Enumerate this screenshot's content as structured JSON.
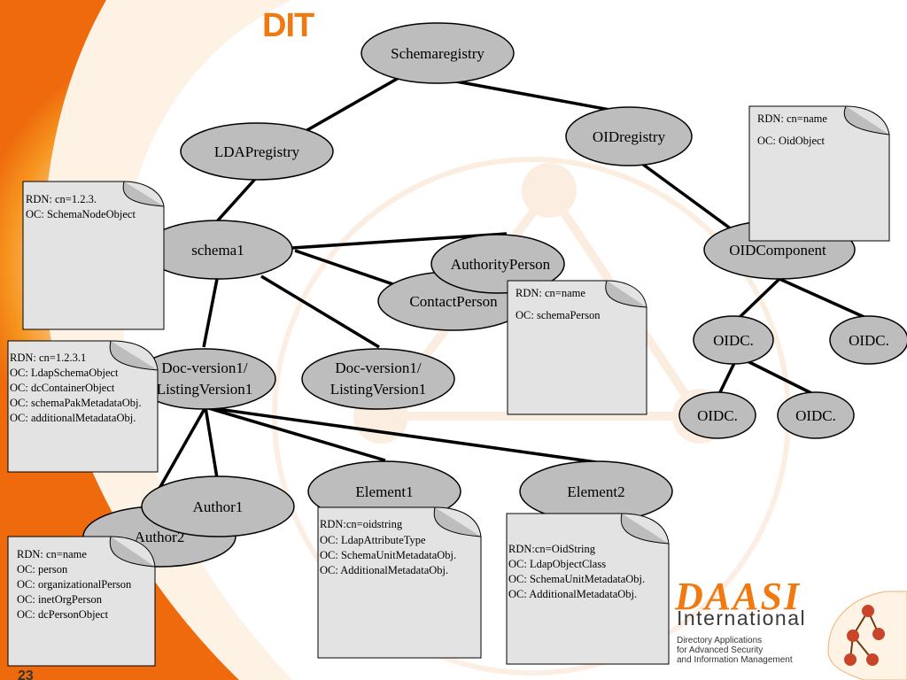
{
  "title": "DIT",
  "page_number": "23",
  "nodes": {
    "schemaregistry": "Schemaregistry",
    "ldapregistry": "LDAPregistry",
    "oidregistry": "OIDregistry",
    "schema1": "schema1",
    "authorityperson": "AuthorityPerson",
    "contactperson": "ContactPerson",
    "oidcomponent": "OIDComponent",
    "oidc1": "OIDC.",
    "oidc2": "OIDC.",
    "oidc3": "OIDC.",
    "oidc4": "OIDC.",
    "doc1": [
      "Doc-version1/",
      "ListingVersion1"
    ],
    "doc2": [
      "Doc-version1/",
      "ListingVersion1"
    ],
    "author1": "Author1",
    "author2": "Author2",
    "element1": "Element1",
    "element2": "Element2"
  },
  "notes": {
    "oid": [
      "RDN: cn=name",
      "OC: OidObject"
    ],
    "schema": [
      "RDN: cn=1.2.3.",
      "OC: SchemaNodeObject"
    ],
    "person": [
      "RDN: cn=name",
      "OC: schemaPerson"
    ],
    "doc": [
      "RDN: cn=1.2.3.1",
      "OC: LdapSchemaObject",
      "OC: dcContainerObject",
      "OC: schemaPakMetadataObj.",
      "OC: additionalMetadataObj."
    ],
    "author": [
      "RDN: cn=name",
      "OC: person",
      "OC: organizationalPerson",
      "OC: inetOrgPerson",
      "OC: dcPersonObject"
    ],
    "element1": [
      "RDN:cn=oidstring",
      "OC: LdapAttributeType",
      "OC: SchemaUnitMetadataObj.",
      "OC: AdditionalMetadataObj."
    ],
    "element2": [
      "RDN:cn=OidString",
      "OC: LdapObjectClass",
      "OC: SchemaUnitMetadataObj.",
      "OC: AdditionalMetadataObj."
    ]
  },
  "logo": {
    "name": "DAASI",
    "subname": "International",
    "tagline": [
      "Directory Applications",
      "for Advanced Security",
      "and Information Management"
    ]
  },
  "colors": {
    "accent": "#f07a10",
    "node_fill": "#bdbdbd",
    "note_fill": "#e3e3e3"
  }
}
